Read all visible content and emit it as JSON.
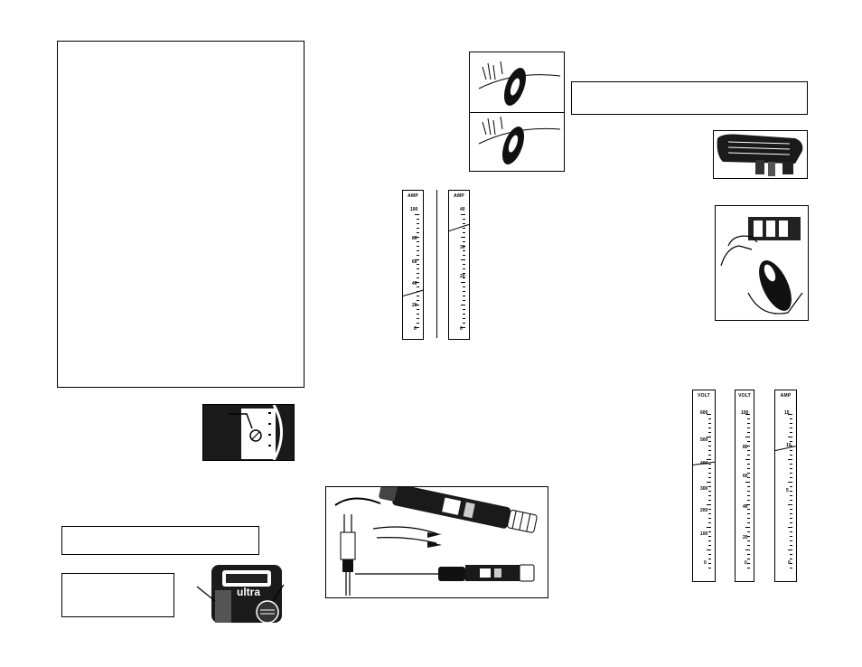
{
  "scales": {
    "amp_a": {
      "header": "AMP",
      "labels": [
        "100",
        "80",
        "60",
        "40",
        "20",
        "0"
      ]
    },
    "amp_b": {
      "header": "AMP",
      "labels": [
        "40",
        "30",
        "20",
        "0"
      ]
    },
    "volt_600": {
      "header": "VOLT",
      "labels": [
        "600",
        "500",
        "400",
        "300",
        "200",
        "100",
        "0"
      ]
    },
    "volt_100": {
      "header": "VOLT",
      "labels": [
        "100",
        "80",
        "60",
        "40",
        "20",
        "0"
      ]
    },
    "amp_15": {
      "header": "AMP",
      "labels": [
        "15",
        "10",
        "5",
        "0"
      ]
    }
  },
  "meter_face": {
    "brand": "ultra"
  }
}
